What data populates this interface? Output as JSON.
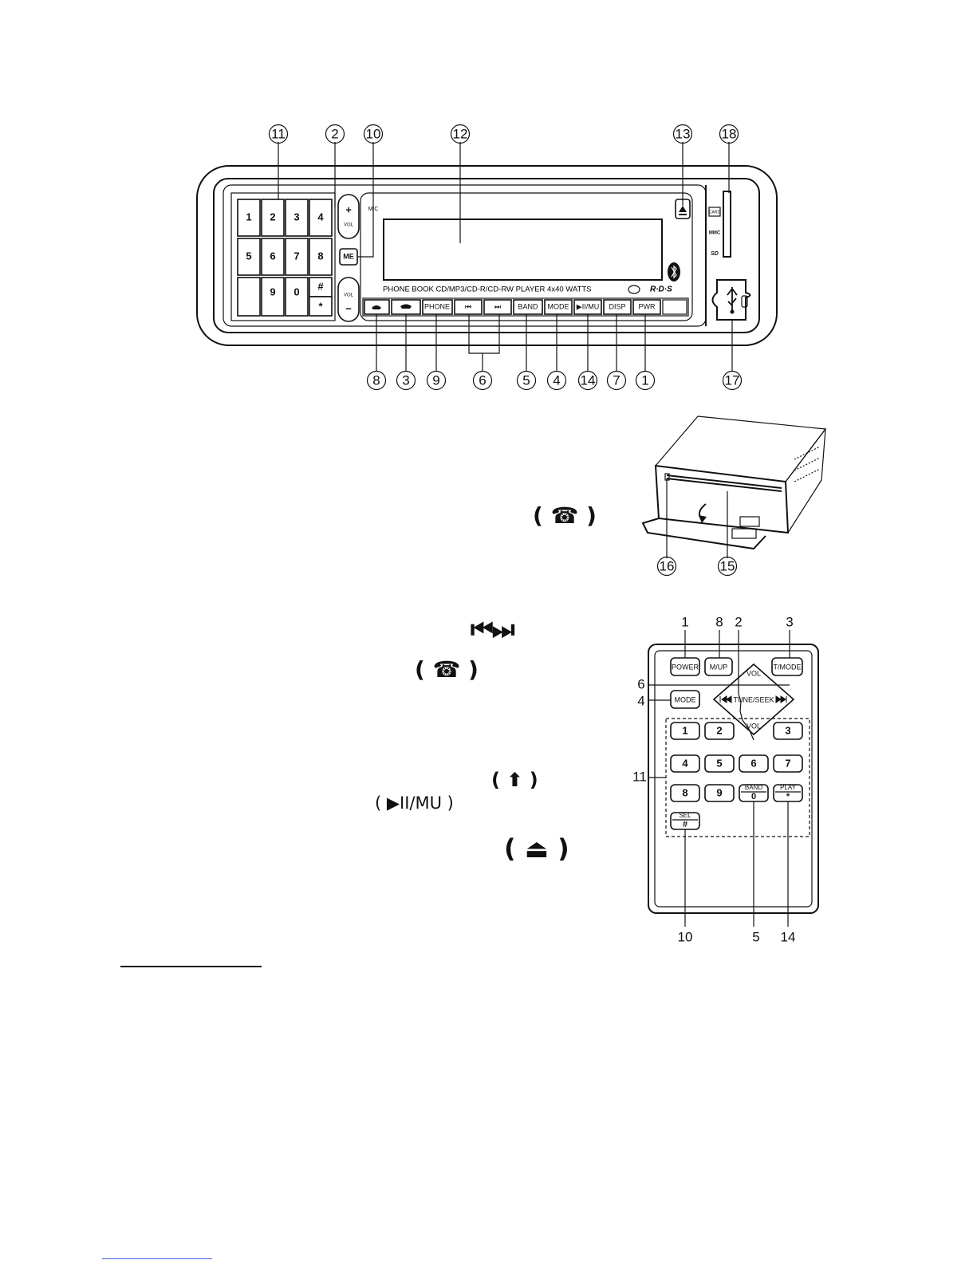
{
  "colors": {
    "ink": "#111111",
    "panel": "#ffffff",
    "link_rule": "#3b5bdb"
  },
  "front_panel": {
    "callouts_top": [
      "11",
      "2",
      "10",
      "12",
      "13",
      "18"
    ],
    "callouts_bottom": [
      "8",
      "3",
      "9",
      "6",
      "5",
      "4",
      "14",
      "7",
      "1",
      "17"
    ],
    "keypad": [
      "1",
      "2",
      "3",
      "4",
      "5",
      "6",
      "7",
      "8",
      "9",
      "0",
      "#",
      "*"
    ],
    "vol_plus": "+",
    "vol_minus": "−",
    "vol_label": "VOL",
    "mic_label": "MIC",
    "me_button": "ME",
    "info_line": "PHONE BOOK  CD/MP3/CD-R/CD-RW PLAYER   4x40 WATTS",
    "rds_logo": "R·D·S",
    "buttons": [
      "PHONE",
      "BAND",
      "MODE",
      "▶II/MU",
      "DISP",
      "PWR"
    ],
    "prev_icon": "⏮",
    "next_icon": "⏭",
    "card_label": "CARD",
    "mmc_label": "MMC",
    "sd_label": "SD"
  },
  "side_view": {
    "callouts": [
      "16",
      "15"
    ]
  },
  "remote": {
    "callouts_top": [
      "1",
      "8",
      "2",
      "3"
    ],
    "callouts_left": [
      "6",
      "4",
      "11"
    ],
    "callouts_bottom": [
      "10",
      "5",
      "14"
    ],
    "top_buttons": [
      "POWER",
      "M/UP",
      "T/MODE"
    ],
    "mode_button": "MODE",
    "dpad_up": "VOL",
    "dpad_center": "TUNE/SEEK",
    "dpad_down": "VOL",
    "keys_row1": [
      "1",
      "2",
      "3"
    ],
    "keys_row2": [
      "4",
      "5",
      "6",
      "7"
    ],
    "keys_row3": [
      "8",
      "9"
    ],
    "band_key": {
      "top": "BAND",
      "bottom": "0"
    },
    "play_key": {
      "top": "PLAY",
      "bottom": "*"
    },
    "sel_key": {
      "top": "SEL",
      "bottom": "#"
    }
  },
  "inline_symbols": {
    "hangup": "( ☎ )",
    "prev_next": "⏮⏭",
    "answer": "( ☎ )",
    "up_arrow": "( ⬆ )",
    "play_mute": "( ▶II/MU )",
    "eject": "( ⏏ )"
  }
}
